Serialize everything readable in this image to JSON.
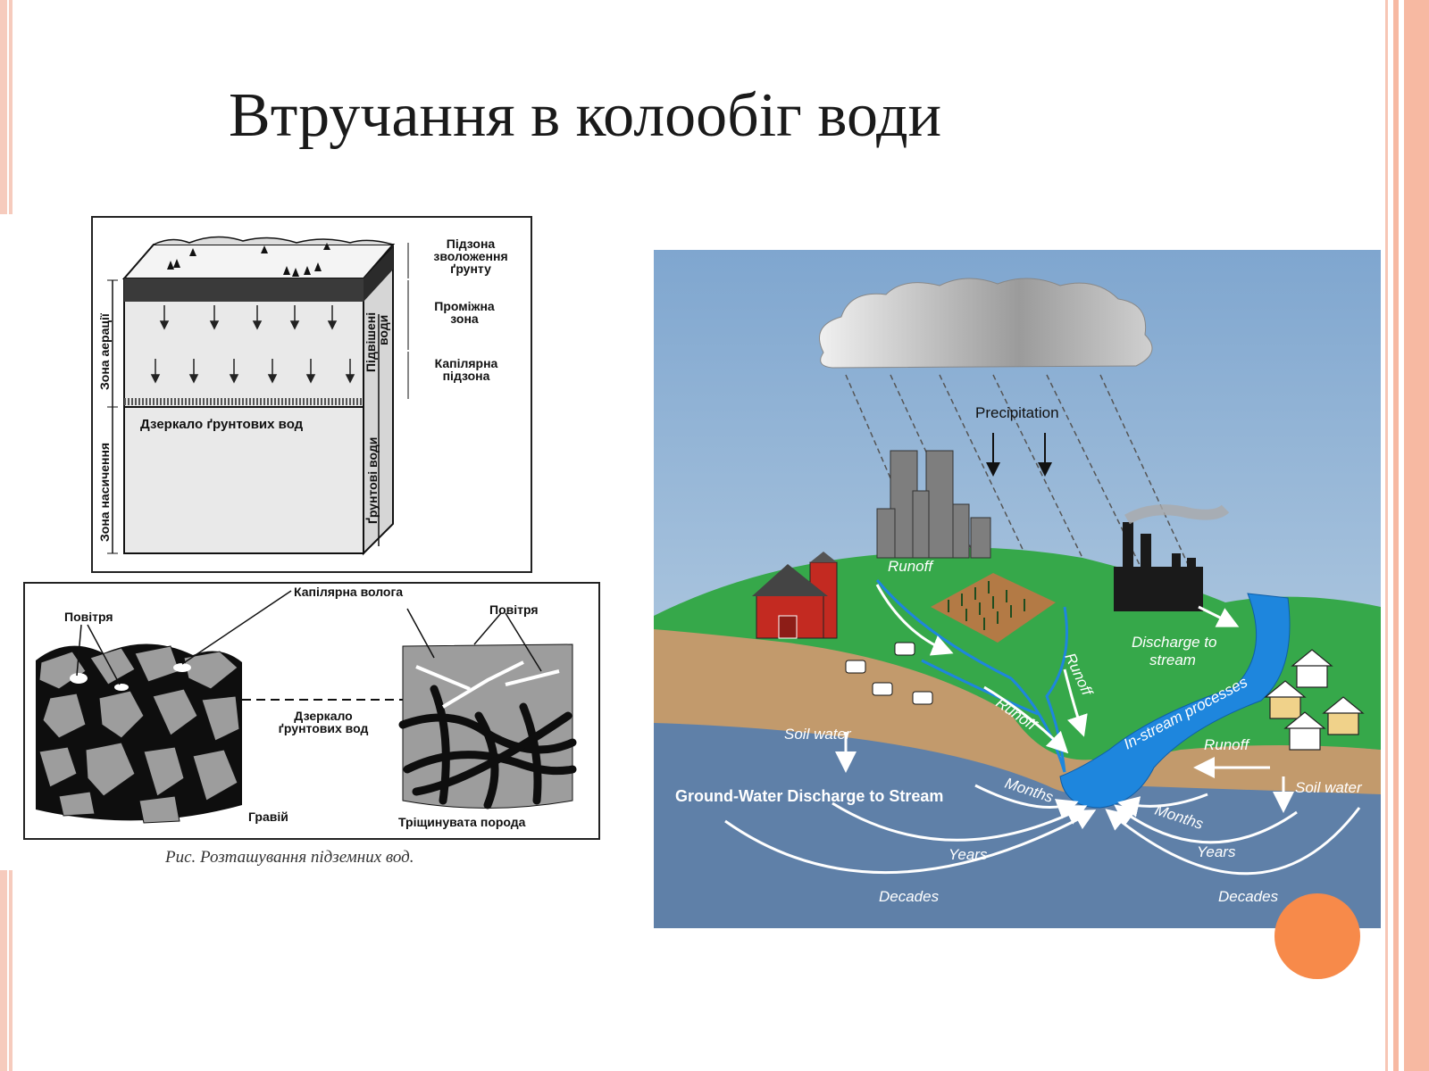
{
  "slide": {
    "title": "Втручання в колообіг води",
    "accent_color": "#f78a4a",
    "border_color": "#f7b9a2"
  },
  "left_diagram": {
    "block_labels": {
      "subzone_soil": [
        "Підзона",
        "зволоження",
        "ґрунту"
      ],
      "intermediate": [
        "Проміжна",
        "зона"
      ],
      "capillary": [
        "Капілярна",
        "підзона"
      ],
      "elevated_water": [
        "Підвішені",
        "води"
      ],
      "aeration_zone": "Зона аерації",
      "saturation_zone": "Зона насичення",
      "groundwater": "Ґрунтові води",
      "water_table": "Дзеркало ґрунтових вод"
    },
    "detail_labels": {
      "capillary_moisture": "Капілярна волога",
      "air_left": "Повітря",
      "air_right": "Повітря",
      "water_table": [
        "Дзеркало",
        "ґрунтових вод"
      ],
      "gravel": "Гравій",
      "fractured_rock": "Тріщинувата порода"
    },
    "caption": "Рис. Розташування підземних вод."
  },
  "right_diagram": {
    "labels": {
      "precipitation": "Precipitation",
      "runoff_1": "Runoff",
      "runoff_2": "Runoff",
      "runoff_3": "Runoff",
      "runoff_4": "Runoff",
      "discharge": [
        "Discharge to",
        "stream"
      ],
      "instream": "In-stream processes",
      "soil_water_left": "Soil water",
      "soil_water_right": "Soil water",
      "gw_discharge": "Ground-Water Discharge to Stream",
      "months_left": "Months",
      "years_left": "Years",
      "decades_left": "Decades",
      "months_right": "Months",
      "years_right": "Years",
      "decades_right": "Decades"
    },
    "colors": {
      "sky": "#7fa6cf",
      "grass": "#36a84a",
      "soil": "#c29a6c",
      "groundwater": "#5f80a8",
      "stream": "#1e86dd"
    }
  }
}
